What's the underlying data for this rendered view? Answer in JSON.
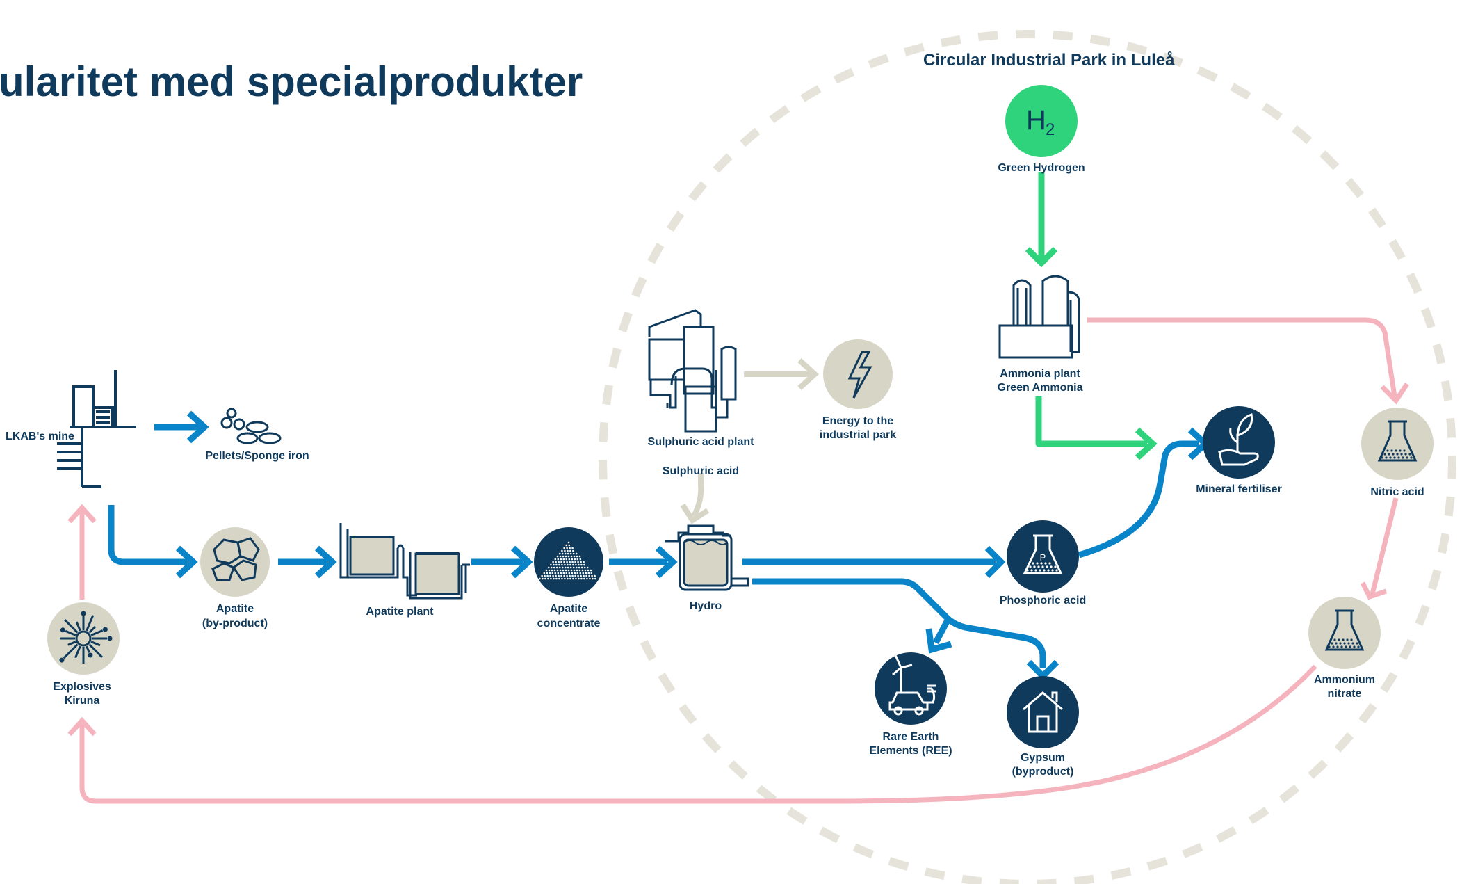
{
  "title": "ularitet med specialprodukter",
  "park_title": "Circular Industrial Park in Luleå",
  "colors": {
    "navy": "#0f3a5c",
    "blue_flow": "#0a84c9",
    "pink_flow": "#f5b3bd",
    "green_flow": "#2ed37b",
    "beige": "#d7d5c5",
    "hydrogen_green": "#2ed37b",
    "dashed_circle": "#e6e4da"
  },
  "nodes": {
    "lkab_mine": {
      "label": "LKAB's mine",
      "icon": "mine-headframe-icon"
    },
    "pellets": {
      "label": "Pellets/Sponge iron",
      "icon": "pellets-icon"
    },
    "apatite": {
      "line1": "Apatite",
      "line2": "(by-product)",
      "icon": "rocks-icon"
    },
    "apatite_plant": {
      "label": "Apatite plant",
      "icon": "flotation-tanks-icon"
    },
    "apatite_concentrate": {
      "line1": "Apatite",
      "line2": "concentrate",
      "icon": "powder-pile-icon"
    },
    "hydro": {
      "label": "Hydro",
      "icon": "reactor-tank-icon"
    },
    "sulphuric_acid_plant": {
      "label": "Sulphuric acid plant",
      "icon": "chemical-plant-icon"
    },
    "sulphuric_acid": {
      "label": "Sulphuric acid"
    },
    "energy": {
      "line1": "Energy to the",
      "line2": "industrial park",
      "icon": "lightning-icon"
    },
    "green_hydrogen": {
      "label": "Green Hydrogen",
      "symbol": "H",
      "subscript": "2",
      "icon": "hydrogen-icon"
    },
    "ammonia_plant": {
      "line1": "Ammonia plant",
      "line2": "Green Ammonia",
      "icon": "ammonia-plant-icon"
    },
    "mineral_fertiliser": {
      "label": "Mineral fertiliser",
      "icon": "hand-plant-icon"
    },
    "phosphoric_acid": {
      "label": "Phosphoric acid",
      "flask_letter": "P",
      "icon": "flask-icon"
    },
    "nitric_acid": {
      "label": "Nitric acid",
      "icon": "flask-icon"
    },
    "ammonium_nitrate": {
      "line1": "Ammonium",
      "line2": "nitrate",
      "icon": "flask-icon"
    },
    "ree": {
      "line1": "Rare Earth",
      "line2": "Elements (REE)",
      "icon": "wind-turbine-car-icon"
    },
    "gypsum": {
      "line1": "Gypsum",
      "line2": "(byproduct)",
      "icon": "house-icon"
    },
    "explosives": {
      "line1": "Explosives",
      "line2": "Kiruna",
      "icon": "explosion-icon"
    }
  }
}
